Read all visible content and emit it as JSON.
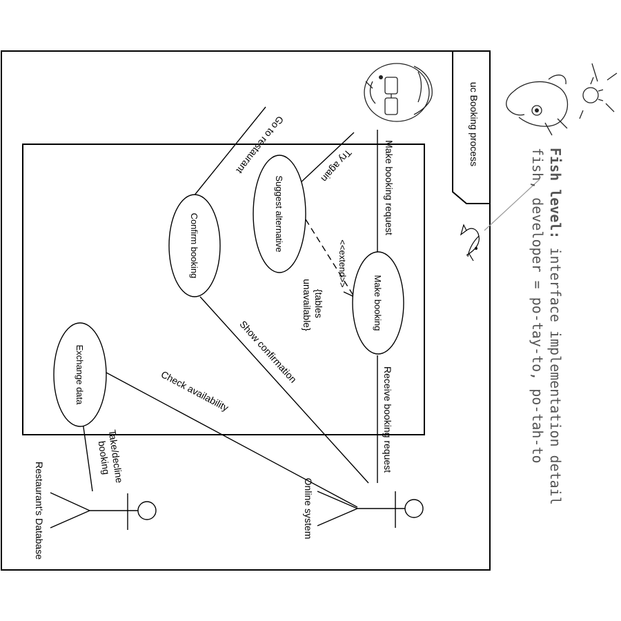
{
  "frame": {
    "title": "uc Booking process"
  },
  "use_cases": {
    "make_booking": "Make booking",
    "suggest_alternative": "Suggest alternative",
    "confirm_booking": "Confirm booking",
    "exchange_data": "Exchange data"
  },
  "actors": {
    "online_system": "Online system",
    "restaurant_db": "Restaurant's Database"
  },
  "associations": {
    "make_booking_request": "Make booking request",
    "try_again": "Try again",
    "go_to_restaurant": "Go to restaurant",
    "receive_booking_request": "Receive booking request",
    "show_confirmation": "Show confirmation",
    "check_availability": "Check availability",
    "take_decline_line1": "Take/decline",
    "take_decline_line2": "booking"
  },
  "extend": {
    "stereotype": "<<extend>>",
    "condition_line1": "{tables",
    "condition_line2": "unavailable}"
  },
  "annotation": {
    "fish_level_label": "Fish level:",
    "line1_rest": " interface implementation detail",
    "line2": "fish, developer = po-tay-to, po-tah-to"
  }
}
